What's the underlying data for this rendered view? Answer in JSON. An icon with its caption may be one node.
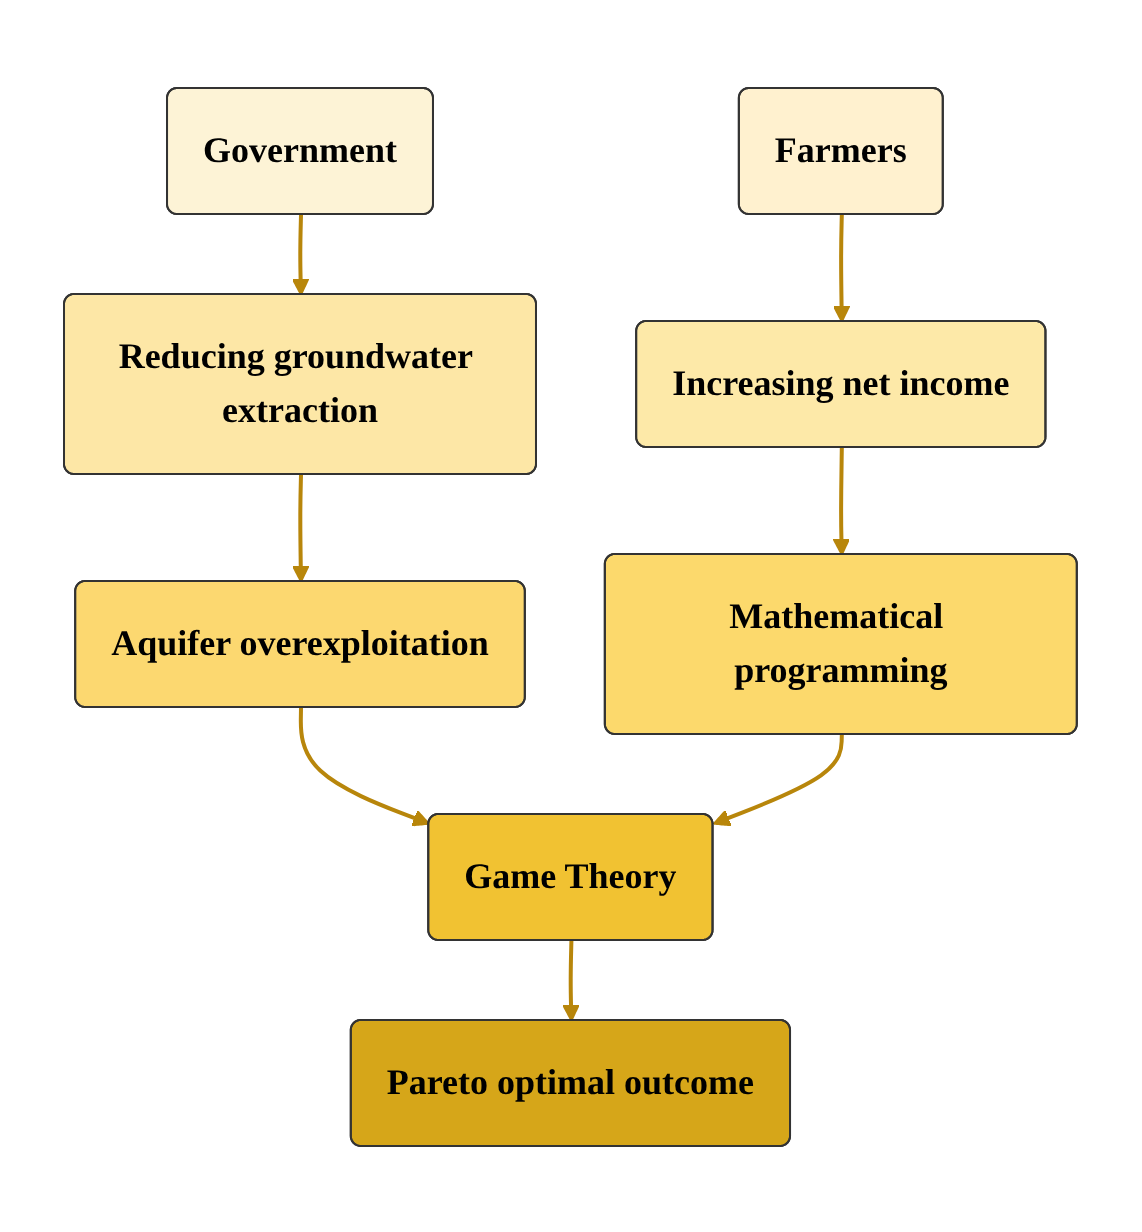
{
  "diagram": {
    "nodes": [
      {
        "text": [
          "Government"
        ]
      },
      {
        "text": [
          "Farmers"
        ]
      },
      {
        "text": [
          "Reducing groundwater extraction"
        ]
      },
      {
        "text": [
          "Increasing net income"
        ]
      },
      {
        "text": [
          "Aquifer overexploitation"
        ]
      },
      {
        "text": [
          "Mathematical programming"
        ]
      },
      {
        "text": [
          "Game Theory"
        ]
      },
      {
        "text": [
          "Pareto optimal outcome"
        ]
      }
    ],
    "edges": [
      {
        "from": 0,
        "to": 2,
        "arrow": "to"
      },
      {
        "from": 1,
        "to": 3,
        "arrow": "to"
      },
      {
        "from": 2,
        "to": 4,
        "arrow": "to"
      },
      {
        "from": 3,
        "to": 5,
        "arrow": "to"
      },
      {
        "from": 4,
        "to": 6,
        "arrow": "to"
      },
      {
        "from": 5,
        "to": 6,
        "arrow": "to"
      },
      {
        "from": 6,
        "to": 7,
        "arrow": "to"
      }
    ]
  }
}
